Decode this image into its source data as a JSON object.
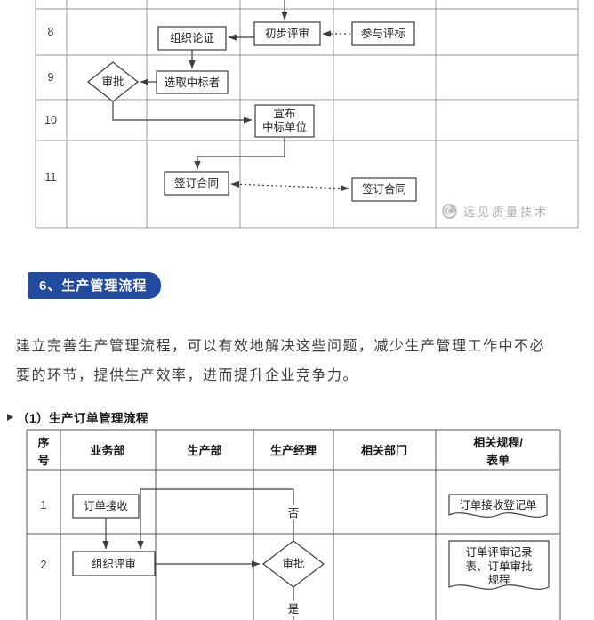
{
  "colors": {
    "badge_bg": "#224a9e",
    "watermark": "#b0b0b0"
  },
  "top_chart": {
    "row_numbers": [
      "8",
      "9",
      "10",
      "11"
    ],
    "nodes": {
      "organize_demo": "组织论证",
      "preliminary_review": "初步评审",
      "participate_bid": "参与评标",
      "approval": "审批",
      "select_winner": "选取中标者",
      "announce_line1": "宣布",
      "announce_line2": "中标单位",
      "sign_contract_left": "签订合同",
      "sign_contract_right": "签订合同"
    },
    "watermark_text": "远见质量技术"
  },
  "section": {
    "badge_label": "6、生产管理流程"
  },
  "paragraph": {
    "line1": "建立完善生产管理流程，可以有效地解决这些问题，减少生产管理工作中不必",
    "line2": "要的环节，提供生产效率，进而提升企业竞争力。"
  },
  "sub_label": {
    "text": "（1）生产订单管理流程"
  },
  "bottom_chart": {
    "headers": {
      "col1_line1": "序",
      "col1_line2": "号",
      "col2": "业务部",
      "col3": "生产部",
      "col4": "生产经理",
      "col5": "相关部门",
      "col6_line1": "相关规程/",
      "col6_line2": "表单"
    },
    "row_numbers": [
      "1",
      "2"
    ],
    "nodes": {
      "order_receive": "订单接收",
      "organize_review": "组织评审",
      "approval": "审批",
      "no_label": "否",
      "yes_label": "是",
      "doc1": "订单接收登记单",
      "doc2_line1": "订单评审记录",
      "doc2_line2": "表、订单审批",
      "doc2_line3": "规程"
    }
  }
}
